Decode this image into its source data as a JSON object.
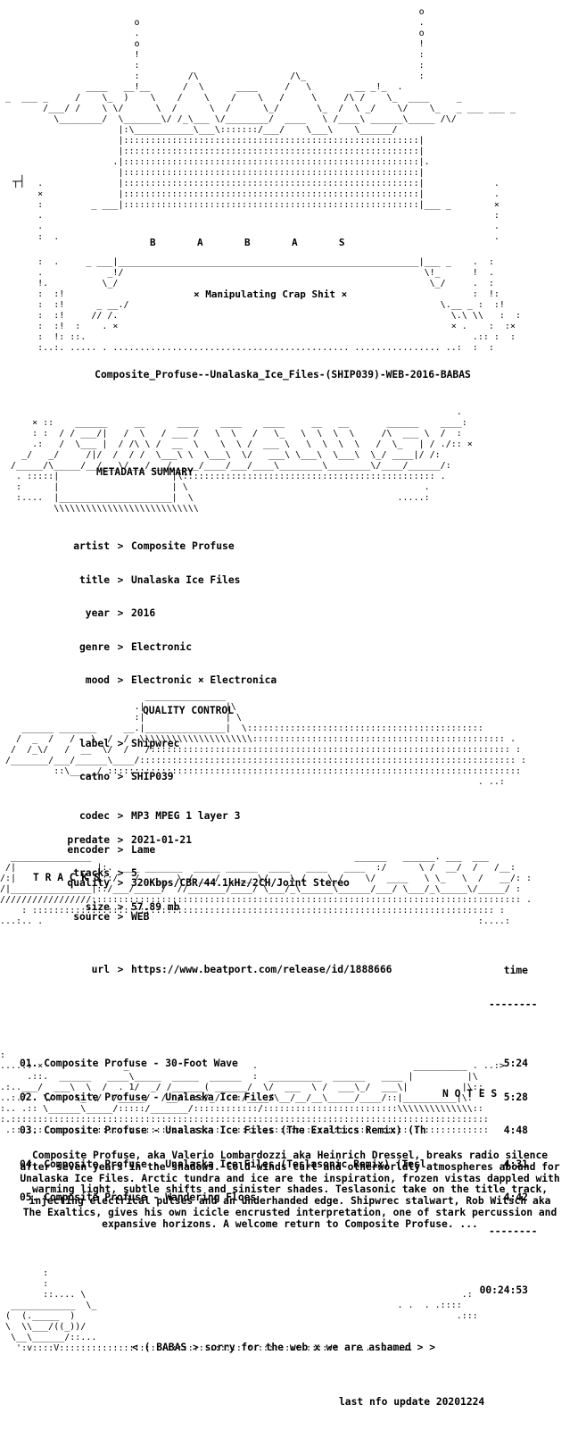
{
  "header": {
    "group_letters": "B       A       B       A       S",
    "tagline": "× Manipulating Crap Shit ×"
  },
  "release_name": "Composite_Profuse--Unalaska_Ice_Files-(SHIP039)-WEB-2016-BABAS",
  "sections": {
    "metadata": "METADATA SUMMARY",
    "quality": "QUALITY CONTROL",
    "tracks": "T R A C K S",
    "notes": "N O T E S"
  },
  "metadata": [
    {
      "k": "artist",
      "v": "Composite Profuse"
    },
    {
      "k": "title",
      "v": "Unalaska Ice Files"
    },
    {
      "k": "year",
      "v": "2016"
    },
    {
      "k": "genre",
      "v": "Electronic"
    },
    {
      "k": "mood",
      "v": "Electronic × Electronica"
    },
    {
      "k": "label",
      "v": "Shipwrec"
    },
    {
      "k": "catno",
      "v": "SHIP039"
    },
    {
      "k": "predate",
      "v": "2021-01-21"
    },
    {
      "k": "tracks",
      "v": "5"
    },
    {
      "k": "size",
      "v": "57.89 mb"
    },
    {
      "k": "url",
      "v": "https://www.beatport.com/release/id/1888666"
    }
  ],
  "quality": [
    {
      "k": "codec",
      "v": "MP3 MPEG 1 layer 3"
    },
    {
      "k": "encoder",
      "v": "Lame"
    },
    {
      "k": "quality",
      "v": "320Kbps/CBR/44.1kHz/2CH/Joint Stereo"
    },
    {
      "k": "source",
      "v": "WEB"
    }
  ],
  "tracklist": {
    "time_header": "time",
    "rule": "--------",
    "items": [
      {
        "title": "01. Composite Profuse - 30-Foot Wave",
        "time": "5:24"
      },
      {
        "title": "02. Composite Profuse - Unalaska Ice Files",
        "time": "5:28"
      },
      {
        "title": "03. Composite Profuse - Unalaska Ice Files (The Exaltics Remix) (Th",
        "time": "4:48"
      },
      {
        "title": "04. Composite Profuse - Unalaska Ice Files (Teslasonic Remix) (Tesl",
        "time": "4:31"
      },
      {
        "title": "05. Composite Profuse - Wandering Floes",
        "time": "4:42"
      }
    ],
    "total": "00:24:53"
  },
  "notes_text": "Composite Profuse, aka Valerio Lombardozzi aka Heinrich Dressel, breaks radio silence after seven years in the shadows. Cold winds curl and otherworldly atmospheres abound for Unalaska Ice Files. Arctic tundra and ice are the inspiration, frozen vistas dappled with warming light, subtle shifts and sinister shades. Teslasonic take on the title track, injecting electrical pulses and an underhanded edge. Shipwrec stalwart, Rob Witsch aka The Exaltics, gives his own icicle encrusted interpretation, one of stark percussion and expansive horizons. A welcome return to Composite Profuse. ...",
  "footer_message": "< ( BABAS > sorry for the web x we are ashamed > >",
  "last_update": "last nfo update 20201224"
}
